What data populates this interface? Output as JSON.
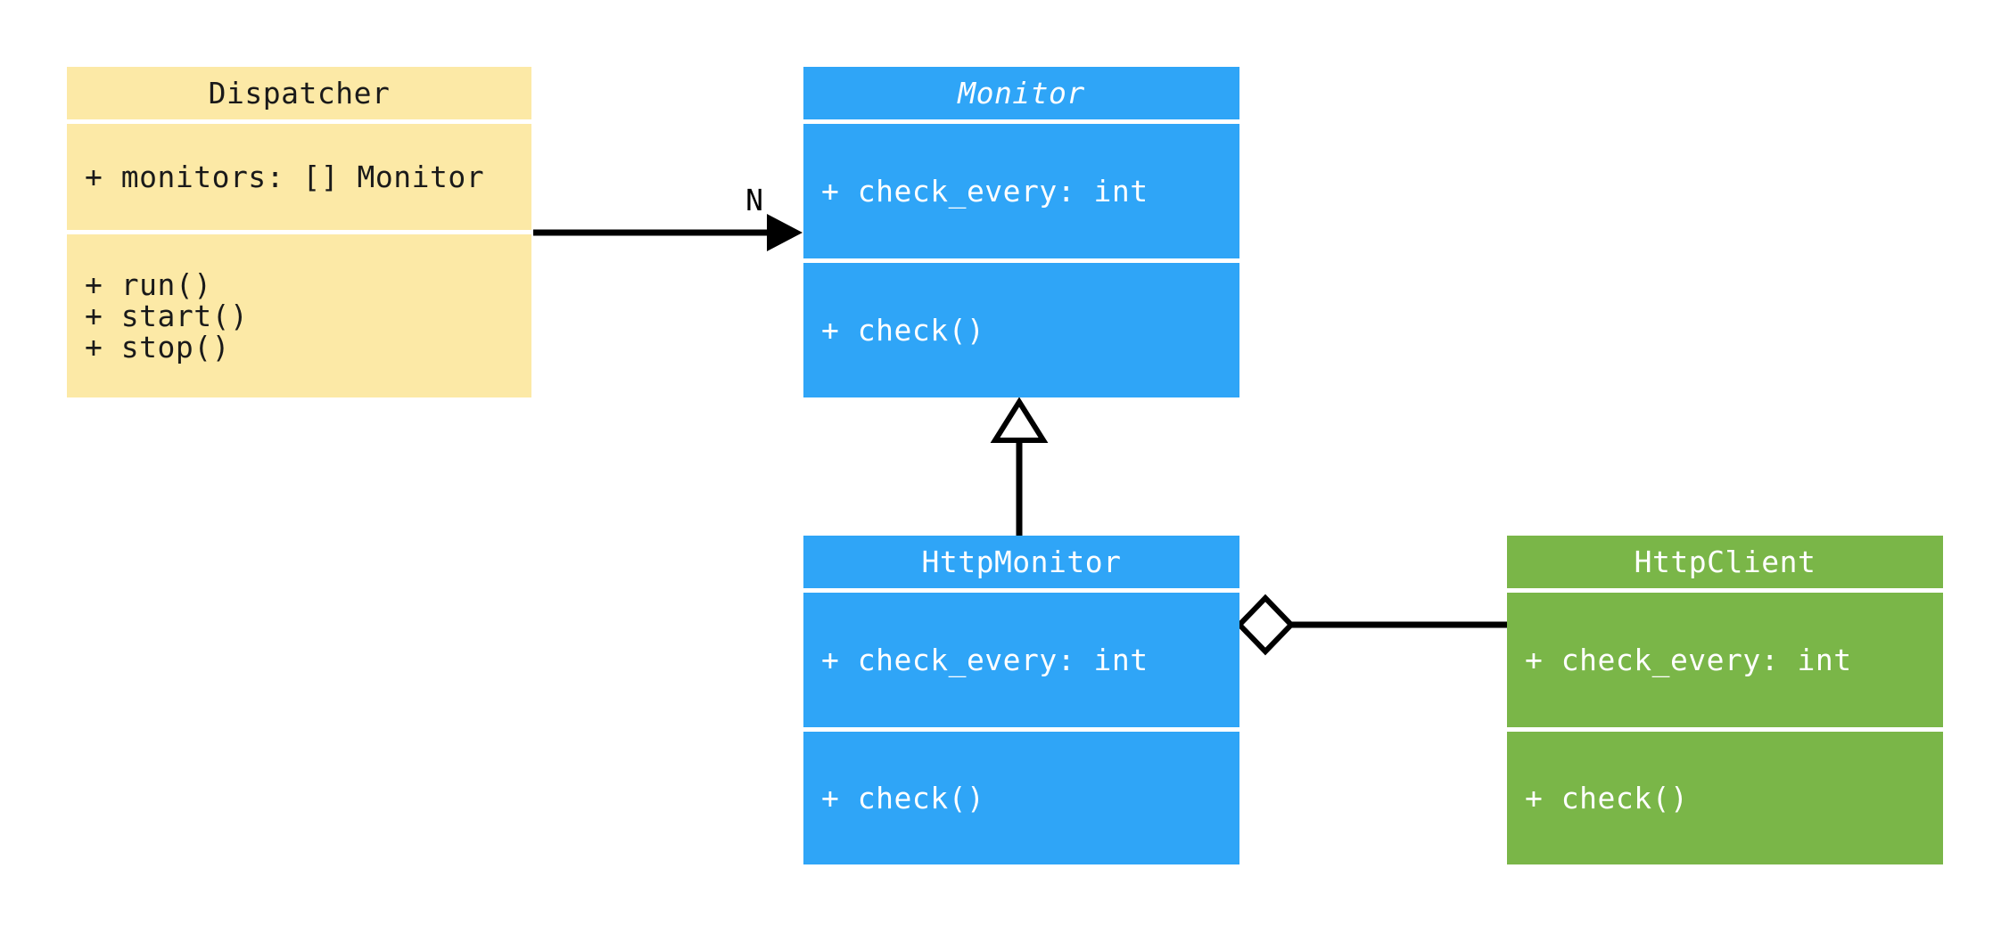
{
  "diagram": {
    "kind": "uml-class-diagram",
    "colors": {
      "background": "#ffffff",
      "class_yellow": "#fce9a6",
      "class_blue": "#2fa5f7",
      "class_green": "#7ab648",
      "text_on_light": "#1a1a1a",
      "text_on_dark": "#ffffff",
      "connector": "#000000"
    },
    "classes": [
      {
        "id": "dispatcher",
        "name": "Dispatcher",
        "abstract": false,
        "attributes": [
          "+ monitors: [] Monitor"
        ],
        "methods": [
          "+ run()",
          "+ start()",
          "+ stop()"
        ]
      },
      {
        "id": "monitor",
        "name": "Monitor",
        "abstract": true,
        "attributes": [
          "+ check_every: int"
        ],
        "methods": [
          "+ check()"
        ]
      },
      {
        "id": "http_monitor",
        "name": "HttpMonitor",
        "abstract": false,
        "attributes": [
          "+ check_every: int"
        ],
        "methods": [
          "+ check()"
        ]
      },
      {
        "id": "http_client",
        "name": "HttpClient",
        "abstract": false,
        "attributes": [
          "+ check_every: int"
        ],
        "methods": [
          "+ check()"
        ]
      }
    ],
    "relationships": [
      {
        "from": "Dispatcher",
        "to": "Monitor",
        "type": "directed-association",
        "label": "N"
      },
      {
        "from": "HttpMonitor",
        "to": "Monitor",
        "type": "inheritance",
        "label": ""
      },
      {
        "from": "HttpMonitor",
        "to": "HttpClient",
        "type": "aggregation",
        "label": ""
      }
    ]
  }
}
